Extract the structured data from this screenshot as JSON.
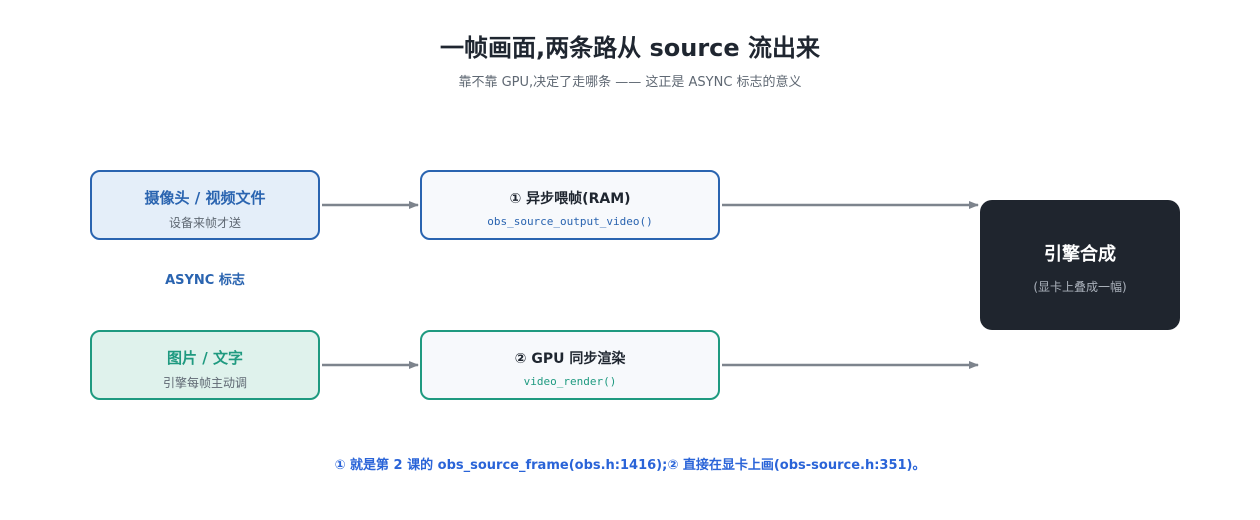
{
  "header": {
    "title": "一帧画面,两条路从 source 流出来",
    "subtitle": "靠不靠 GPU,决定了走哪条 —— 这正是 ASYNC 标志的意义"
  },
  "sources": {
    "camera": {
      "label": "摄像头 / 视频文件",
      "caption": "设备来帧才送"
    },
    "image": {
      "label": "图片 / 文字",
      "caption": "引擎每帧主动调"
    }
  },
  "async_label": "ASYNC 标志",
  "paths": {
    "async_feed": {
      "label": "① 异步喂帧(RAM)",
      "function": "obs_source_output_video()"
    },
    "gpu_render": {
      "label": "② GPU 同步渲染",
      "function": "video_render()"
    }
  },
  "engine": {
    "label": "引擎合成",
    "caption": "(显卡上叠成一幅)"
  },
  "footnote": "① 就是第 2 课的 obs_source_frame(obs.h:1416);② 直接在显卡上画(obs-source.h:351)。",
  "colors": {
    "async_blue": "#2a64b0",
    "sync_green": "#1f9a80",
    "engine_dark": "#1f252e",
    "arrow_gray": "#7d848d",
    "footnote_blue": "#2a64d8"
  }
}
